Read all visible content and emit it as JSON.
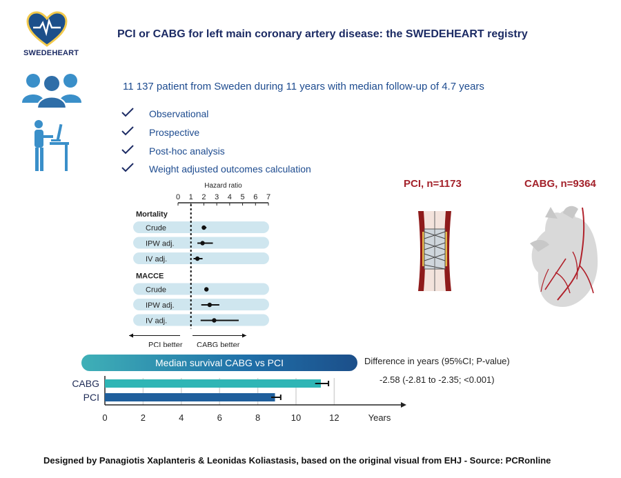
{
  "header": {
    "logo_text": "SWEDEHEART",
    "title": "PCI or CABG for left main coronary artery disease: the SWEDEHEART registry"
  },
  "summary": {
    "text": "11 137 patient from Sweden during 11 years with median follow-up of 4.7 years",
    "checklist": [
      "Observational",
      "Prospective",
      "Post-hoc analysis",
      "Weight adjusted outcomes calculation"
    ]
  },
  "panels": {
    "pci_label": "PCI, n=1173",
    "cabg_label": "CABG, n=9364"
  },
  "difference": {
    "title": "Difference in years (95%CI; P-value)",
    "value": "-2.58 (-2.81 to -2.35; <0.001)"
  },
  "chart_data": [
    {
      "type": "scatter",
      "subtype": "forest",
      "xlabel": "Hazard ratio",
      "xlim": [
        0,
        7
      ],
      "xticks": [
        0,
        1,
        2,
        3,
        4,
        5,
        6,
        7
      ],
      "reference_line": 1,
      "left_label": "PCI better",
      "right_label": "CABG better",
      "groups": [
        {
          "name": "Mortality",
          "rows": [
            {
              "label": "Crude",
              "estimate": 2.0,
              "lower": 1.85,
              "upper": 2.2
            },
            {
              "label": "IPW adj.",
              "estimate": 1.9,
              "lower": 1.5,
              "upper": 2.7
            },
            {
              "label": "IV adj.",
              "estimate": 1.5,
              "lower": 1.2,
              "upper": 1.9
            }
          ]
        },
        {
          "name": "MACCE",
          "rows": [
            {
              "label": "Crude",
              "estimate": 2.2,
              "lower": 2.05,
              "upper": 2.35
            },
            {
              "label": "IPW adj.",
              "estimate": 2.45,
              "lower": 1.8,
              "upper": 3.2
            },
            {
              "label": "IV adj.",
              "estimate": 2.8,
              "lower": 1.75,
              "upper": 4.7
            }
          ]
        }
      ]
    },
    {
      "type": "bar",
      "orientation": "horizontal",
      "title": "Median survival CABG vs PCI",
      "xlabel": "Years",
      "xlim": [
        0,
        15
      ],
      "xticks": [
        0,
        2,
        4,
        6,
        8,
        10,
        12
      ],
      "grid": true,
      "categories": [
        "CABG",
        "PCI"
      ],
      "values": [
        11.3,
        8.9
      ],
      "ci": [
        [
          11.0,
          11.7
        ],
        [
          8.7,
          9.2
        ]
      ],
      "colors": [
        "#2fb5b5",
        "#1f5f9c"
      ]
    }
  ],
  "footer": {
    "text": "Designed by Panagiotis Xaplanteris & Leonidas Koliastasis, based on the original visual from  EHJ - Source: PCRonline"
  },
  "colors": {
    "navy": "#1c2b64",
    "blue_text": "#1d4b8f",
    "red": "#a3212a",
    "teal": "#2fb5b5",
    "dark_blue": "#1f5f9c",
    "row_band": "#cfe6ef",
    "icon_blue": "#3a8fc9"
  }
}
